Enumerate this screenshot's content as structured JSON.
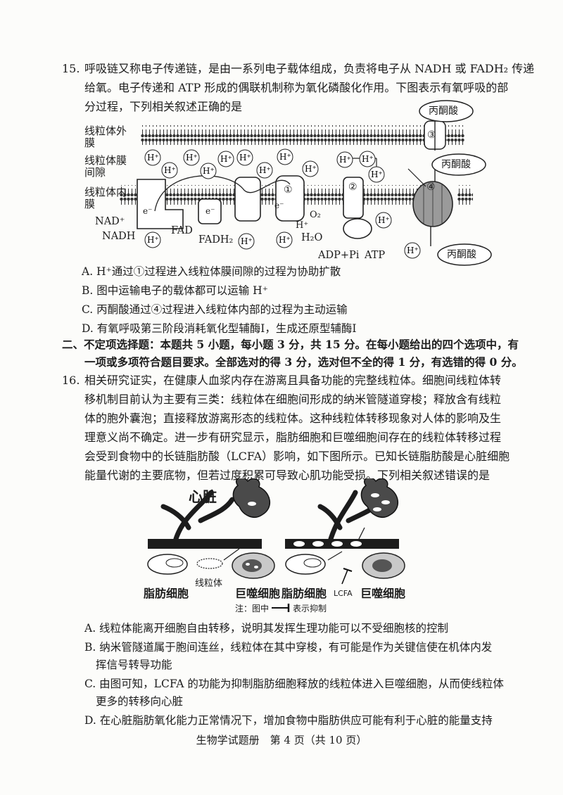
{
  "q15": {
    "number": "15.",
    "stem": [
      "呼吸链又称电子传递链，是由一系列电子载体组成，负责将电子从 NADH 或 FADH₂ 传递",
      "给氧。电子传递和 ATP 形成的偶联机制称为氧化磷酸化作用。下图表示有氧呼吸的部",
      "分过程，下列相关叙述正确的是"
    ],
    "diagram": {
      "outer_membrane": "线粒体外膜",
      "intermembrane": "线粒体膜间隙",
      "inner_membrane": "线粒体内膜",
      "pyruvate": "丙酮酸",
      "h_ion": "H⁺",
      "electron": "e⁻",
      "nad": "NAD⁺",
      "nadh": "NADH",
      "fad": "FAD",
      "fadh2": "FADH₂",
      "o2": "O₂",
      "h2o": "H₂O",
      "adp": "ADP+Pi",
      "atp": "ATP",
      "mark1": "①",
      "mark2": "②",
      "mark3": "③",
      "mark4": "④"
    },
    "options": [
      "A. H⁺通过①过程进入线粒体膜间隙的过程为协助扩散",
      "B. 图中运输电子的载体都可以运输 H⁺",
      "C. 丙酮酸通过④过程进入线粒体内部的过程为主动运输",
      "D. 有氧呼吸第三阶段消耗氧化型辅酶Ⅰ，生成还原型辅酶Ⅰ"
    ]
  },
  "section2": {
    "line1": "二、不定项选择题：本题共 5 小题，每小题 3 分，共 15 分。在每小题给出的四个选项中，有",
    "line2": "一项或多项符合题目要求。全部选对的得 3 分，选对但不全的得 1 分，有选错的得 0 分。"
  },
  "q16": {
    "number": "16.",
    "stem": [
      "相关研究证实，在健康人血浆内存在游离且具备功能的完整线粒体。细胞间线粒体转",
      "移机制目前认为主要有三类：线粒体在细胞间形成的纳米管隧道穿梭；释放含有线粒",
      "体的胞外囊泡；直接释放游离形态的线粒体。这种线粒体转移现象对人体的影响及生",
      "理意义尚不确定。进一步有研究显示，脂肪细胞和巨噬细胞间存在的线粒体转移过程",
      "会受到食物中的长链脂肪酸（LCFA）影响，如下图所示。已知长链脂肪酸是心脏细胞",
      "能量代谢的主要底物，但若过度积累可导致心肌功能受损。下列相关叙述错误的是"
    ],
    "figure": {
      "heart": "心脏",
      "mito": "线粒体",
      "fat_cell": "脂肪细胞",
      "macrophage": "巨噬细胞",
      "lcfa": "LCFA",
      "note_prefix": "注：图中",
      "note_suffix": "表示抑制"
    },
    "options": [
      [
        "A. 线粒体能离开细胞自由转移，说明其发挥生理功能可以不受细胞核的控制"
      ],
      [
        "B. 纳米管隧道属于胞间连丝，线粒体在其中穿梭，有可能是作为关键信使在机体内发",
        "挥信号转导功能"
      ],
      [
        "C. 由图可知，LCFA 的功能为抑制脂肪细胞释放的线粒体进入巨噬细胞，从而使线粒体",
        "更多的转移向心脏"
      ],
      [
        "D. 在心脏脂肪氧化能力正常情况下，增加食物中脂肪供应可能有利于心脏的能量支持"
      ]
    ]
  },
  "footer": "生物学试题册　第 4 页（共 10 页）"
}
